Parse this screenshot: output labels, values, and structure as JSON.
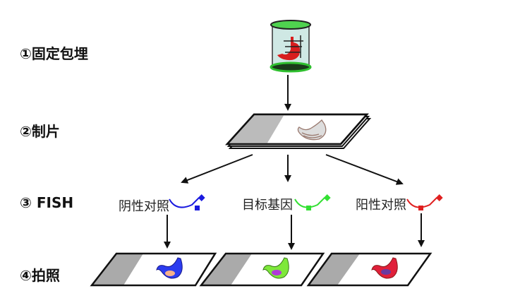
{
  "steps": [
    "①固定包埋",
    "②制片",
    "③ FISH",
    "④拍照"
  ],
  "groups": [
    {
      "label": "阴性对照",
      "color": "#1a1adf",
      "stomach": "#2b3cf0",
      "spot": "#f5b08a"
    },
    {
      "label": "目标基因",
      "color": "#33e033",
      "stomach": "#7ee83a",
      "spot": "#b03ad8"
    },
    {
      "label": "阳性对照",
      "color": "#e02020",
      "stomach": "#e0203a",
      "spot": "#6a3aa0"
    }
  ]
}
